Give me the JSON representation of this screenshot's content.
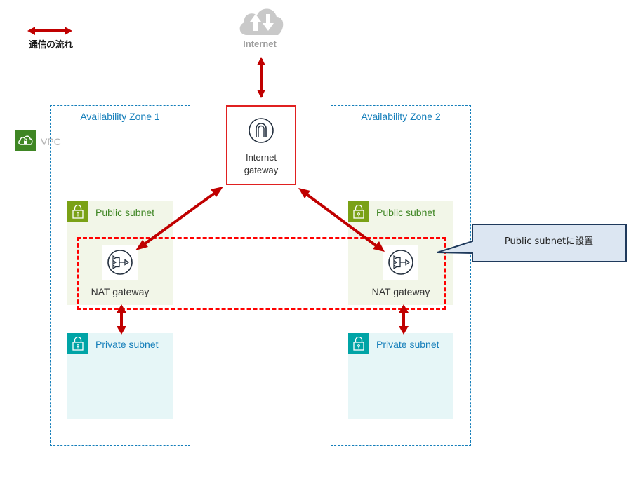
{
  "legend": {
    "arrow_icon": "double-headed-arrow",
    "label": "通信の流れ",
    "arrow_color": "#c00000"
  },
  "internet": {
    "icon": "cloud-upload-download-icon",
    "label": "Internet"
  },
  "vpc": {
    "label": "VPC",
    "icon": "cloud-lock-icon",
    "color": "#3f8624"
  },
  "availability_zones": [
    {
      "label": "Availability Zone 1"
    },
    {
      "label": "Availability Zone 2"
    }
  ],
  "internet_gateway": {
    "icon": "internet-gateway-icon",
    "label_line1": "Internet",
    "label_line2": "gateway"
  },
  "public_subnets": [
    {
      "label": "Public subnet",
      "icon": "lock-icon",
      "nat": {
        "label": "NAT gateway",
        "icon": "nat-gateway-icon"
      }
    },
    {
      "label": "Public subnet",
      "icon": "lock-icon",
      "nat": {
        "label": "NAT gateway",
        "icon": "nat-gateway-icon"
      }
    }
  ],
  "private_subnets": [
    {
      "label": "Private subnet",
      "icon": "lock-icon"
    },
    {
      "label": "Private subnet",
      "icon": "lock-icon"
    }
  ],
  "callout": {
    "text": "Public subnetに設置"
  },
  "colors": {
    "flow_arrow": "#c00000",
    "highlight_dash": "#ff0000",
    "az_border": "#147eba",
    "public_subnet": "#7aa116",
    "private_subnet": "#00a4a6",
    "callout_fill": "#dce6f2",
    "callout_border": "#1f3a5c"
  }
}
